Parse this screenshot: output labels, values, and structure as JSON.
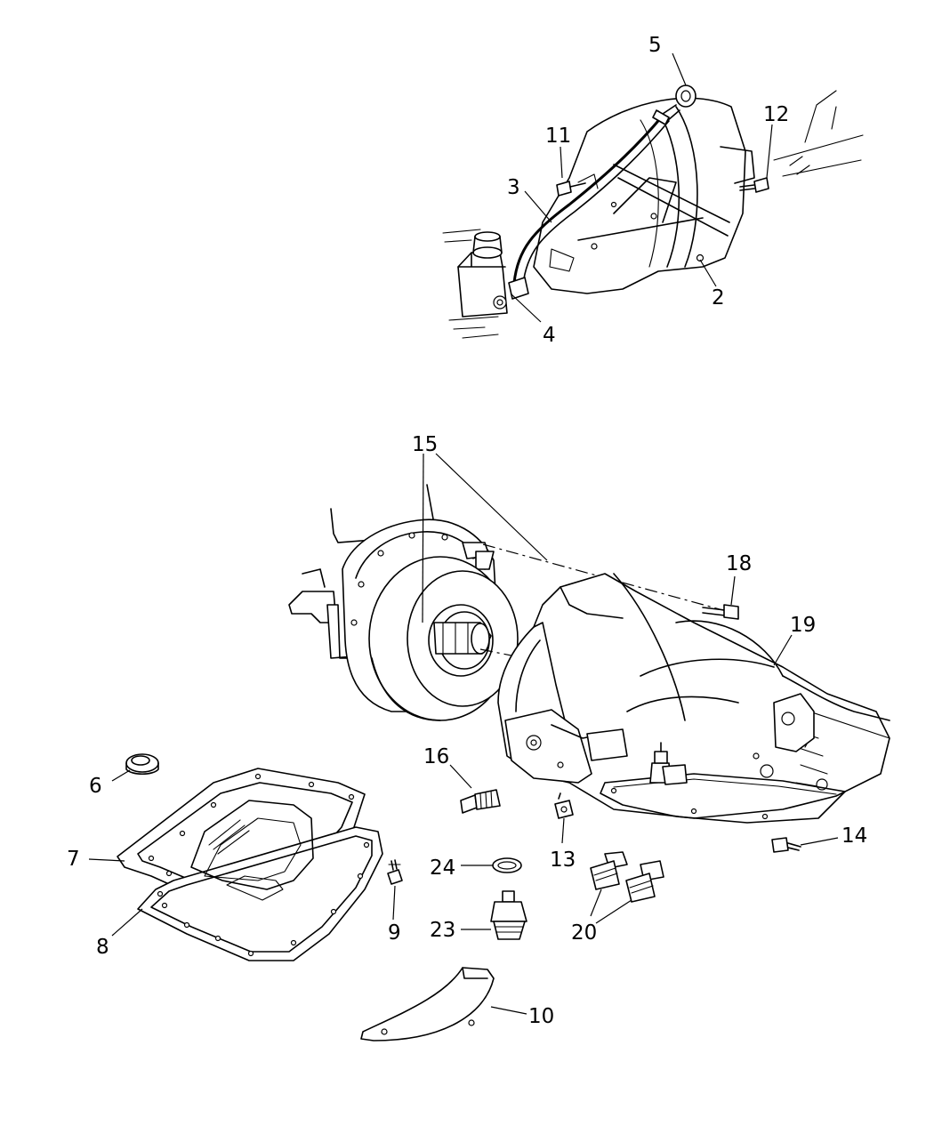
{
  "diagram": {
    "title": "Transmission case, oil pan, dipstick tube and fittings",
    "callouts": {
      "c2": "2",
      "c3": "3",
      "c4": "4",
      "c5": "5",
      "c6": "6",
      "c7": "7",
      "c8": "8",
      "c9": "9",
      "c10": "10",
      "c11": "11",
      "c12": "12",
      "c13": "13",
      "c14": "14",
      "c15": "15",
      "c16": "16",
      "c18": "18",
      "c19": "19",
      "c20": "20",
      "c23": "23",
      "c24": "24"
    }
  }
}
